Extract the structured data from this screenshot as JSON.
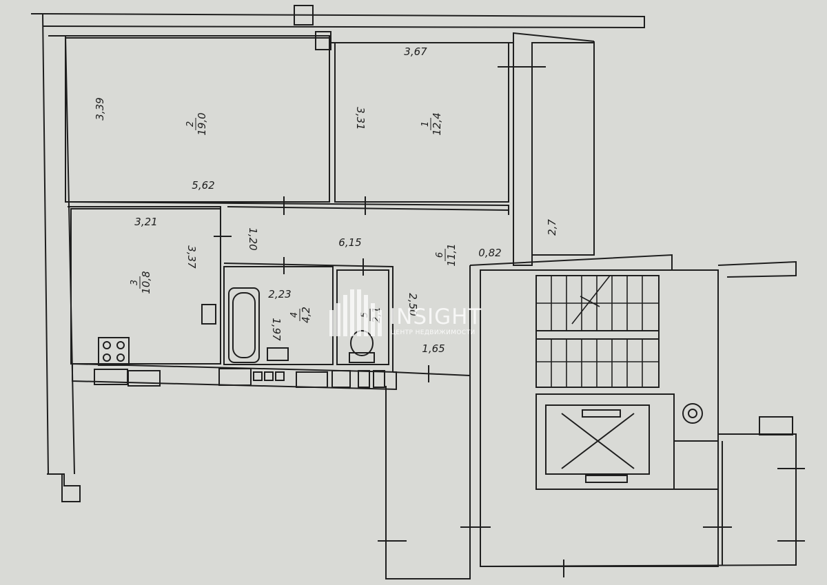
{
  "rooms": [
    {
      "number": "2",
      "area": "19,0"
    },
    {
      "number": "1",
      "area": "12,4"
    },
    {
      "number": "3",
      "area": "10,8"
    },
    {
      "number": "6",
      "area": "11,1"
    },
    {
      "number": "4",
      "area": "4,2"
    },
    {
      "number": "5",
      "area": "2,1"
    },
    {
      "area": "2,7"
    }
  ],
  "dimensions": {
    "room2_height": "3,39",
    "room2_width": "5,62",
    "room1_width": "3,67",
    "room1_height": "3,31",
    "room3_width": "3,21",
    "room3_height": "3,37",
    "hall_depth": "1,20",
    "hall_length": "6,15",
    "hall_side": "0,82",
    "bath_width": "2,23",
    "bath_depth": "1,97",
    "corridor_length": "2,50",
    "corridor_width": "1,65"
  },
  "watermark": {
    "brand": "INSIGHT",
    "tagline": "ЦЕНТР НЕДВИЖИМОСТИ"
  }
}
